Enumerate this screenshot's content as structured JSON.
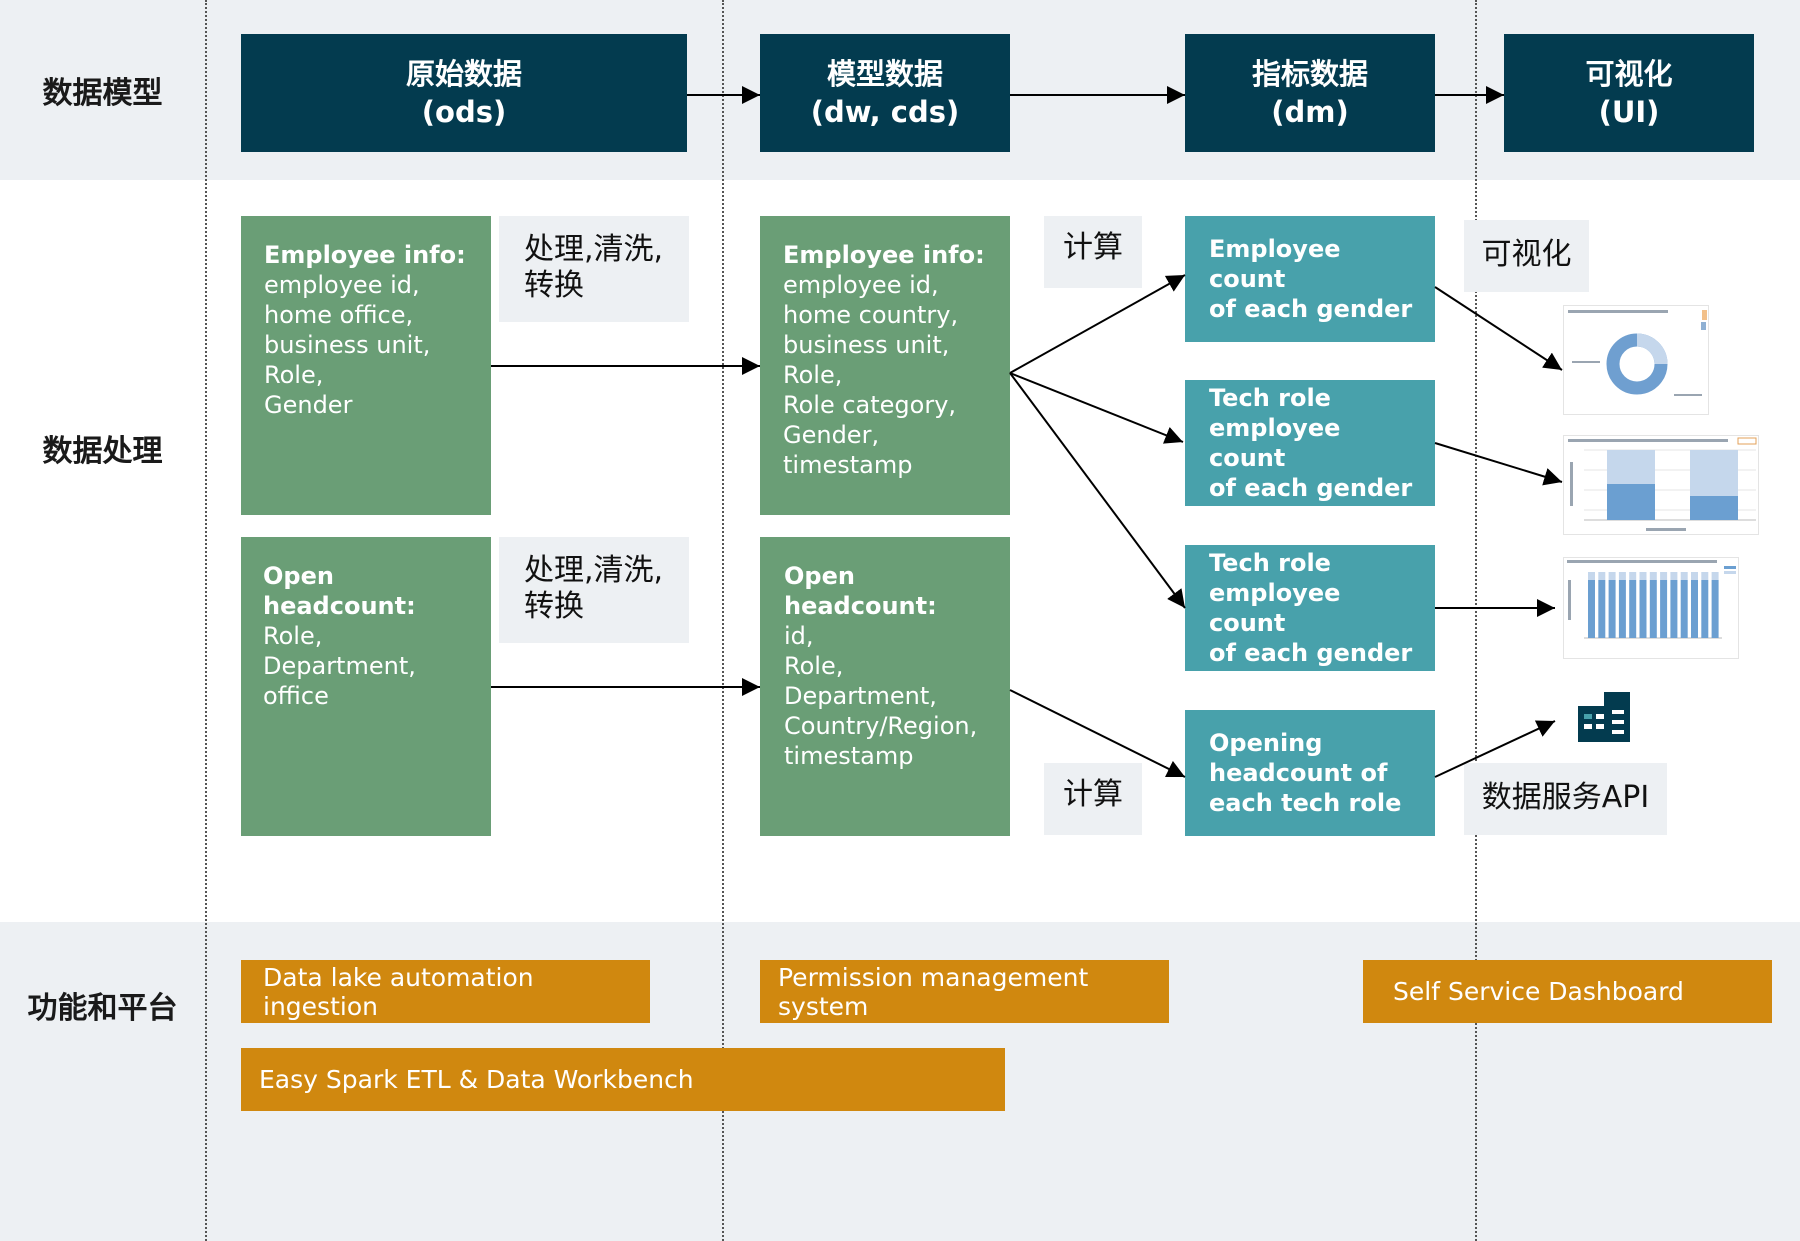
{
  "rows": {
    "model_label": "数据模型",
    "processing_label": "数据处理",
    "platform_label": "功能和平台"
  },
  "layers": [
    {
      "line1": "原始数据",
      "line2": "(ods)"
    },
    {
      "line1": "模型数据",
      "line2": "(dw, cds)"
    },
    {
      "line1": "指标数据",
      "line2": "(dm)"
    },
    {
      "line1": "可视化",
      "line2": "(UI)"
    }
  ],
  "raw_sources": [
    {
      "header": "Employee info:",
      "lines": [
        "employee id,",
        "home office,",
        "business unit,",
        "Role,",
        "Gender"
      ]
    },
    {
      "header": "Open headcount:",
      "lines": [
        "Role,",
        "Department,",
        "office"
      ]
    }
  ],
  "modeled_sources": [
    {
      "header": "Employee info:",
      "lines": [
        "employee id,",
        "home country,",
        "business unit,",
        "Role,",
        "Role category,",
        "Gender,",
        "timestamp"
      ]
    },
    {
      "header": "Open headcount:",
      "lines": [
        "id,",
        "Role,",
        "Department,",
        "Country/Region,",
        "timestamp"
      ]
    }
  ],
  "process_notes": [
    {
      "line1": "处理,清洗,",
      "line2": "转换"
    },
    {
      "line1": "处理,清洗,",
      "line2": "转换"
    }
  ],
  "calc_notes": [
    "计算",
    "计算"
  ],
  "metrics": [
    {
      "lines": [
        "Employee count",
        "of each gender"
      ]
    },
    {
      "lines": [
        "Tech role",
        "employee count",
        "of each gender"
      ]
    },
    {
      "lines": [
        "Tech role",
        "employee count",
        "of each gender"
      ]
    },
    {
      "lines": [
        "Opening",
        "headcount of",
        "each tech role"
      ]
    }
  ],
  "visual_notes": {
    "visualize": "可视化",
    "api": "数据服务API"
  },
  "icons": [
    "building-icon"
  ],
  "platforms": [
    "Data lake automation ingestion",
    "Permission management system",
    "Self Service Dashboard",
    "Easy Spark ETL & Data Workbench"
  ],
  "colors": {
    "navy": "#033b4f",
    "green": "#6a9e76",
    "teal": "#48a1ab",
    "orange": "#d0880f",
    "band": "#edf0f3"
  }
}
